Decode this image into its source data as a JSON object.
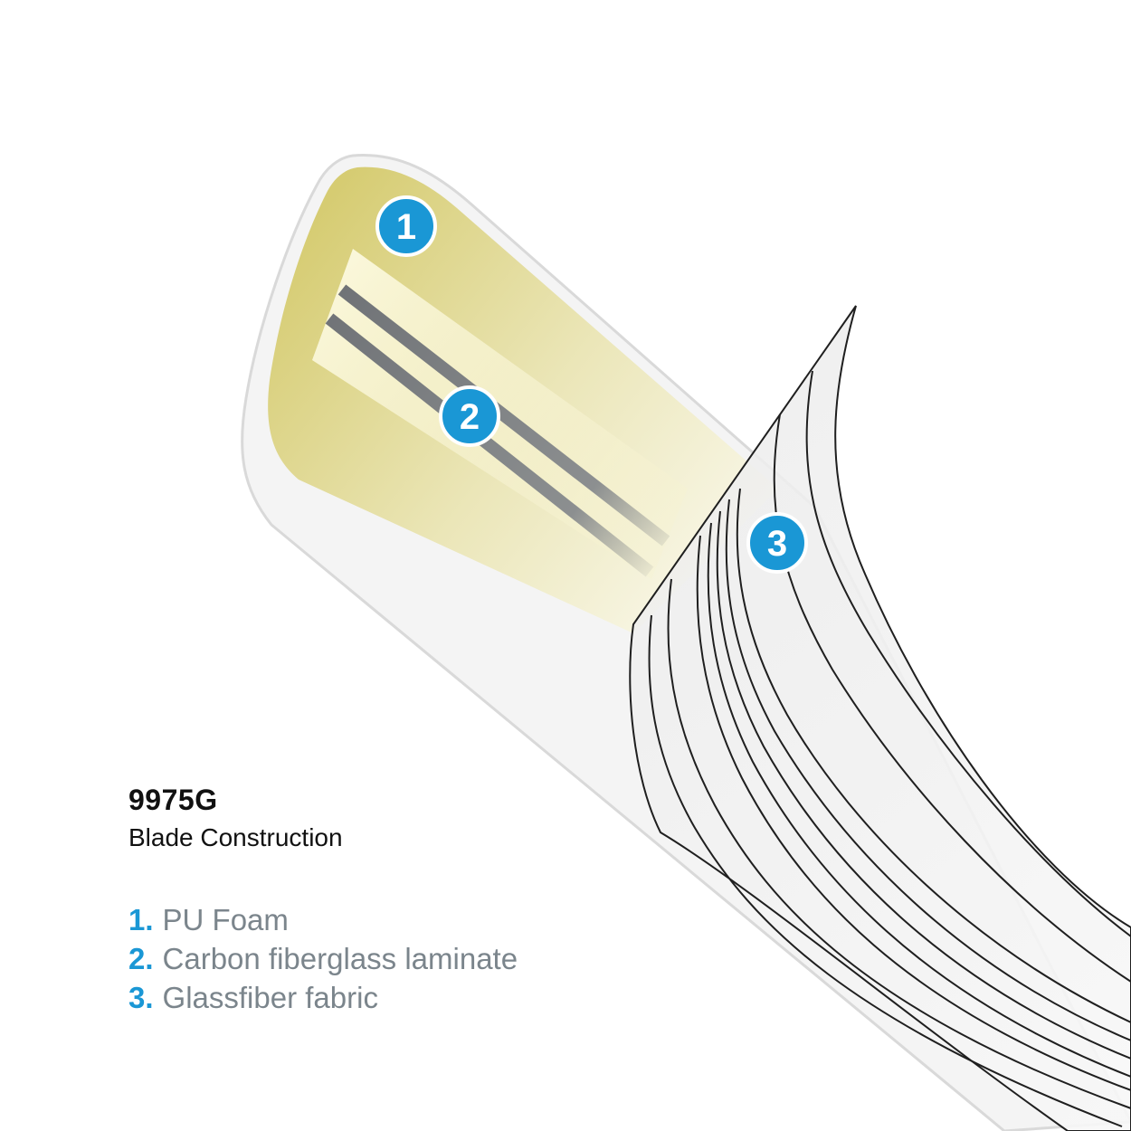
{
  "title": "9975G",
  "subtitle": "Blade Construction",
  "legend": [
    {
      "number": "1.",
      "label": "PU Foam"
    },
    {
      "number": "2.",
      "label": "Carbon fiberglass laminate"
    },
    {
      "number": "3.",
      "label": "Glassfiber fabric"
    }
  ],
  "markers": [
    "1",
    "2",
    "3"
  ],
  "colors": {
    "accent": "#1a97d5",
    "legend_text": "#7b858c",
    "foam": "#d8d07a"
  }
}
